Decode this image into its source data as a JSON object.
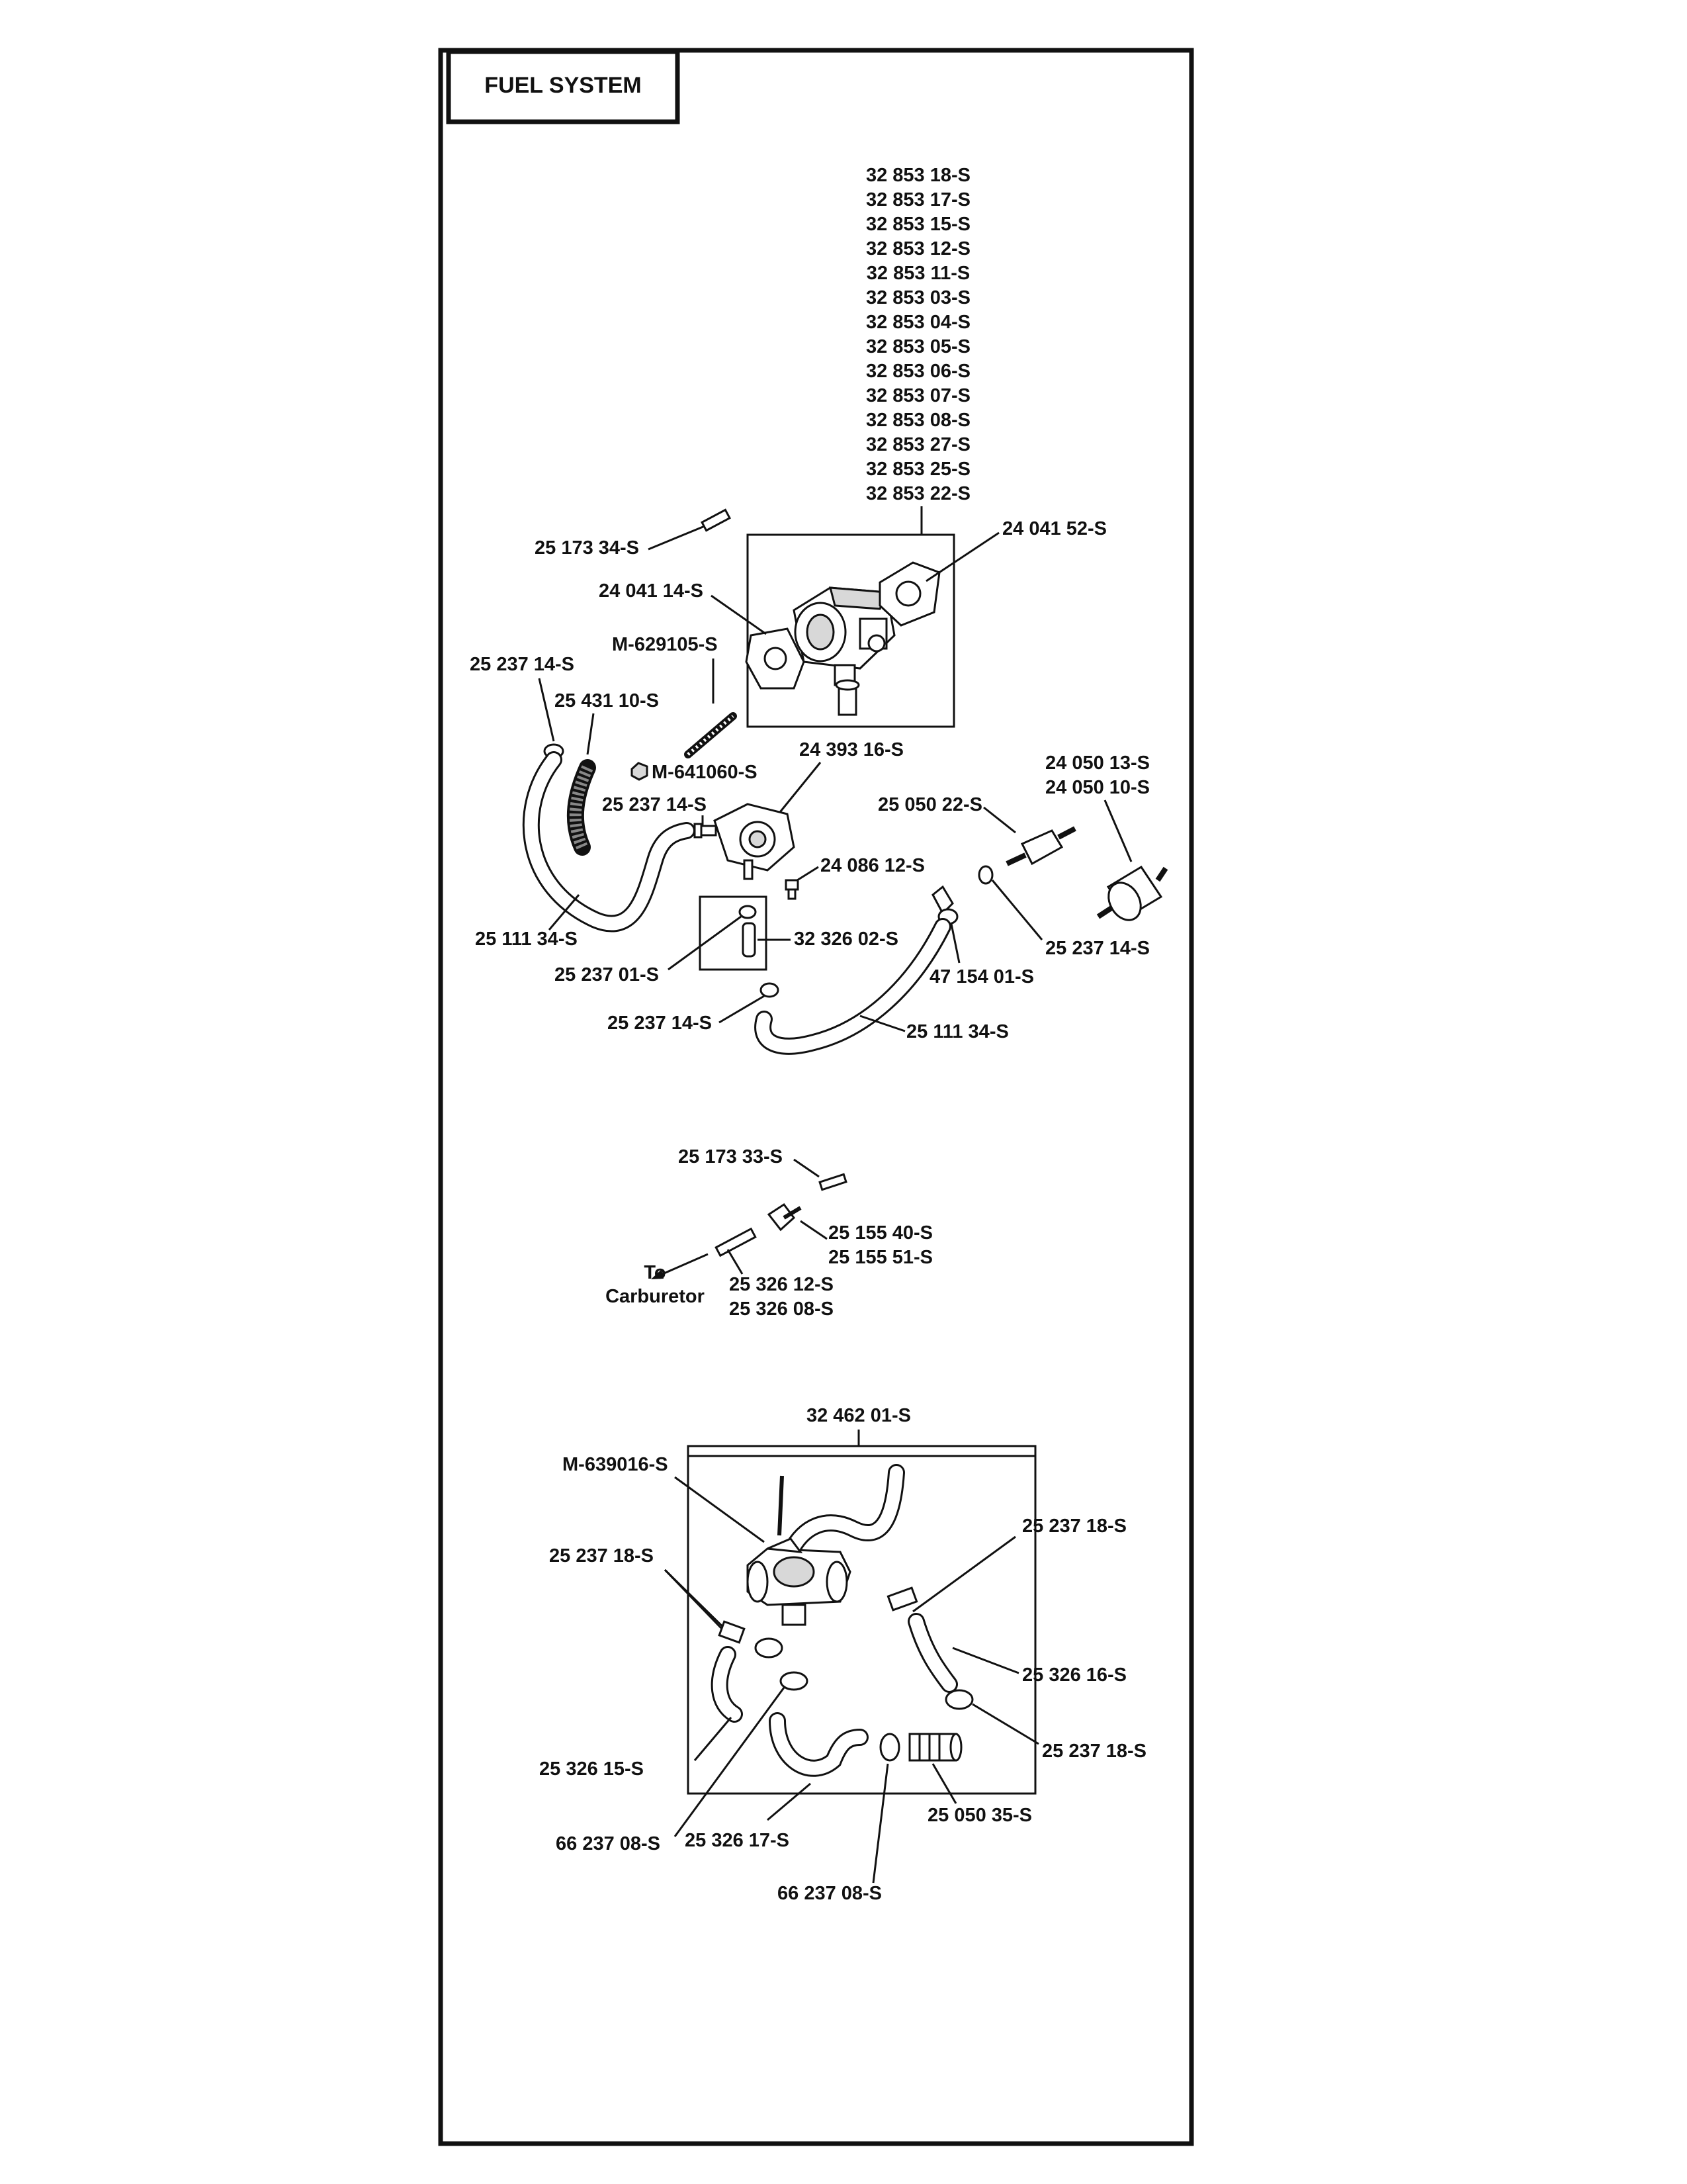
{
  "title": "FUEL SYSTEM",
  "carburetor_group": {
    "part_numbers": [
      "32 853 18-S",
      "32 853 17-S",
      "32 853 15-S",
      "32 853 12-S",
      "32 853 11-S",
      "32 853 03-S",
      "32 853 04-S",
      "32 853 05-S",
      "32 853 06-S",
      "32 853 07-S",
      "32 853 08-S",
      "32 853 27-S",
      "32 853 25-S",
      "32 853 22-S"
    ],
    "gasket_right": "24 041 52-S",
    "gasket_left": "24 041 14-S",
    "pin_top": "25 173 34-S"
  },
  "fuel_line_group": {
    "stud": "M-629105-S",
    "clamp_left": "25 237 14-S",
    "sleeve": "25 431 10-S",
    "nut": "M-641060-S",
    "pump": "24 393 16-S",
    "clamp_pump": "25 237 14-S",
    "filter_small": "25 050 22-S",
    "filter_large_a": "24 050 13-S",
    "filter_large_b": "24 050 10-S",
    "screw": "24 086 12-S",
    "clamp_filter": "25 237 14-S",
    "hose_left": "25 111 34-S",
    "fitting": "32 326 02-S",
    "clamp_fitting": "25 237 01-S",
    "clip": "47 154 01-S",
    "clamp_bottom": "25 237 14-S",
    "hose_bottom": "25 111 34-S"
  },
  "valve_group": {
    "pin": "25 173 33-S",
    "valve_a": "25 155 40-S",
    "valve_b": "25 155 51-S",
    "line_a": "25 326 12-S",
    "line_b": "25 326  08-S",
    "to_line1": "To",
    "to_line2": "Carburetor"
  },
  "tank_valve_group": {
    "assembly": "32 462 01-S",
    "screw": "M-639016-S",
    "clamp_left": "25 237 18-S",
    "clamp_right_top": "25 237 18-S",
    "hose_right": "25 326 16-S",
    "clamp_right_bottom": "25 237 18-S",
    "hose_left": "25 326 15-S",
    "clamp_a": "66 237 08-S",
    "hose_bottom": "25 326 17-S",
    "filter": "25 050 35-S",
    "clamp_b": "66 237 08-S"
  }
}
